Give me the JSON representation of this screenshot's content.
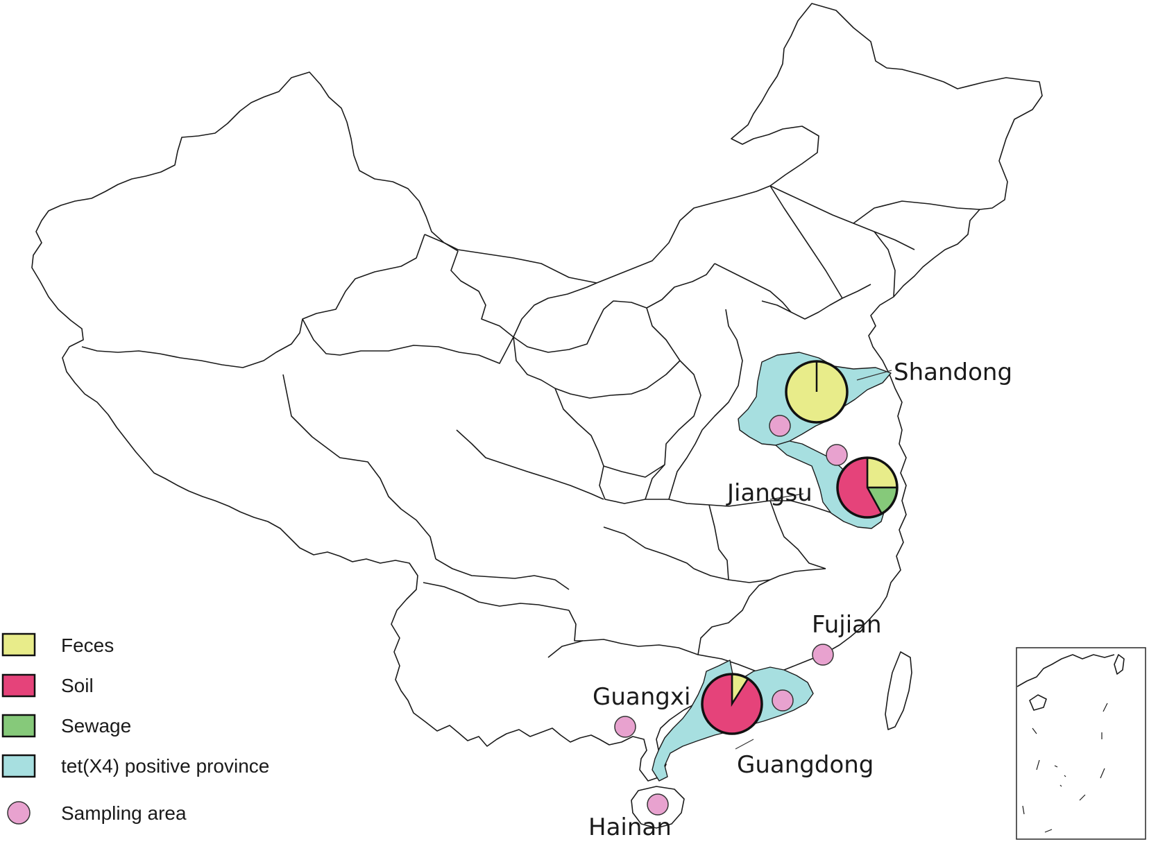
{
  "colors": {
    "feces": "#e8ec8a",
    "soil": "#e5437a",
    "sewage": "#86c97a",
    "positive_province": "#a7dfe0",
    "sampling_area": "#e8a2cf",
    "outline": "#1a1a1a"
  },
  "legend": [
    {
      "key": "feces",
      "label": "Feces",
      "swatch": "box"
    },
    {
      "key": "soil",
      "label": "Soil",
      "swatch": "box"
    },
    {
      "key": "sewage",
      "label": "Sewage",
      "swatch": "box"
    },
    {
      "key": "positive_province",
      "label": "tet(X4) positive province",
      "swatch": "box"
    },
    {
      "key": "sampling_area",
      "label": "Sampling area",
      "swatch": "circle"
    }
  ],
  "provinces": {
    "shandong": {
      "label": "Shandong",
      "tet_x4_positive": true
    },
    "jiangsu": {
      "label": "Jiangsu",
      "tet_x4_positive": true
    },
    "fujian": {
      "label": "Fujian",
      "tet_x4_positive": false
    },
    "guangxi": {
      "label": "Guangxi",
      "tet_x4_positive": false
    },
    "guangdong": {
      "label": "Guangdong",
      "tet_x4_positive": true
    },
    "hainan": {
      "label": "Hainan",
      "tet_x4_positive": false
    }
  },
  "pies": [
    {
      "province": "shandong",
      "composition": {
        "feces": 1.0,
        "soil": 0.0,
        "sewage": 0.0
      }
    },
    {
      "province": "jiangsu",
      "composition": {
        "feces": 0.25,
        "soil": 0.58,
        "sewage": 0.17
      }
    },
    {
      "province": "guangdong",
      "composition": {
        "feces": 0.09,
        "soil": 0.91,
        "sewage": 0.0
      }
    }
  ],
  "sampling_areas": [
    "shandong",
    "jiangsu",
    "fujian",
    "guangxi",
    "guangdong",
    "hainan"
  ]
}
